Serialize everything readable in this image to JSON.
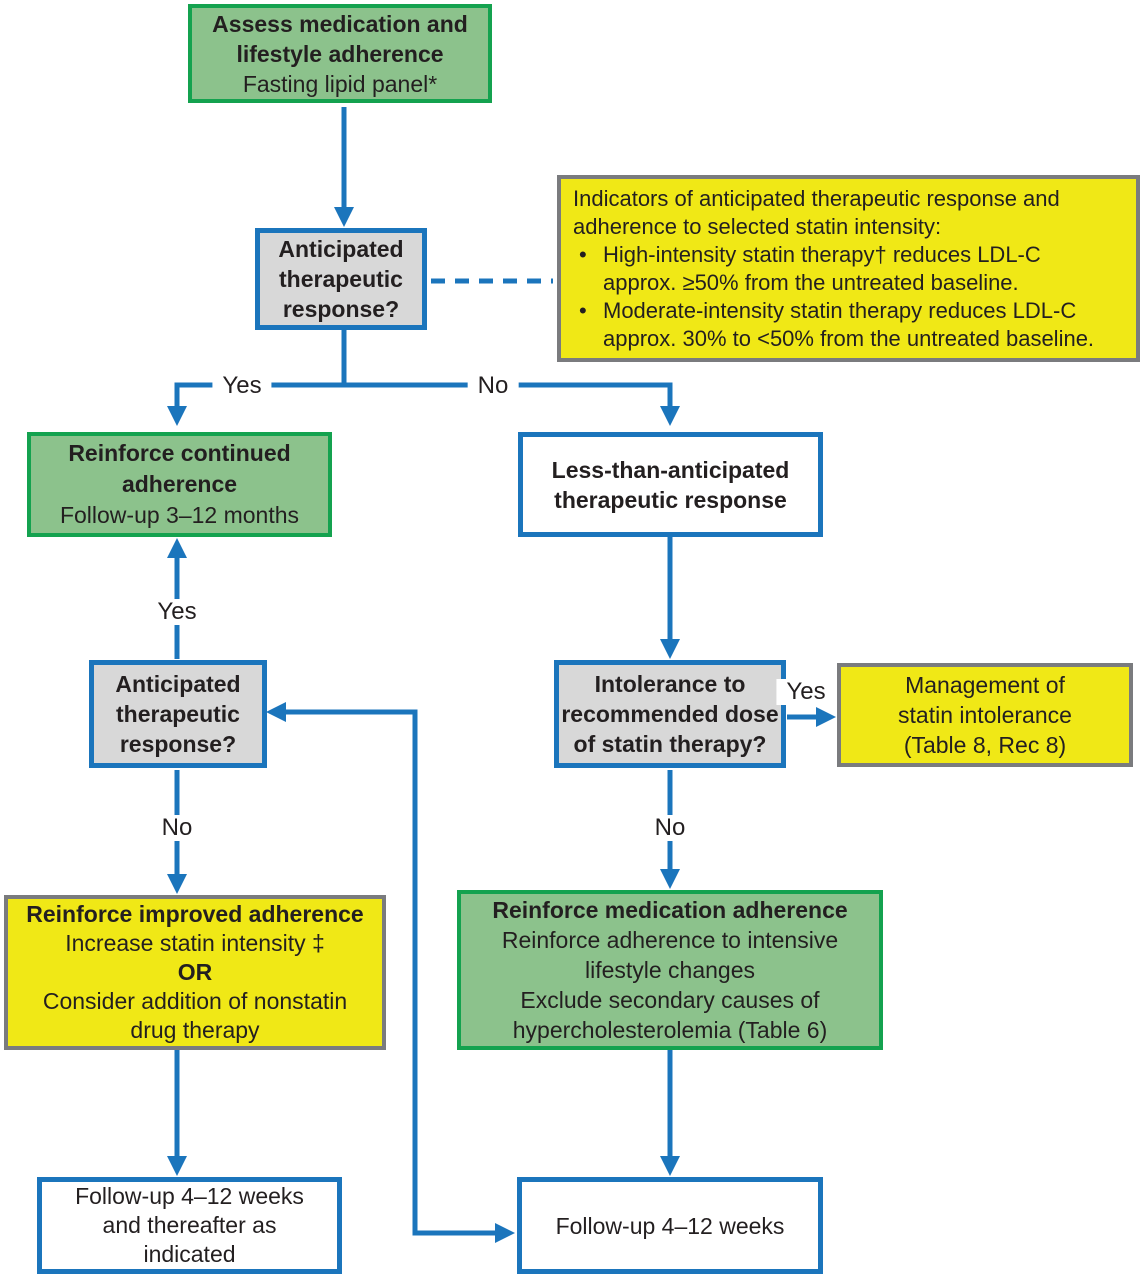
{
  "figure": {
    "type": "flowchart",
    "topic": "Assessment of medication and lifestyle adherence with statin therapy response"
  },
  "colors": {
    "arrow-blue": "#1B75BC",
    "green-fill": "#8CC28C",
    "green-border": "#14A24F",
    "yellow-fill": "#F0E816",
    "gray-border": "#7A7B7E",
    "gray-fill": "#D8D8D8",
    "text": "#231F20"
  },
  "boxes": {
    "assess": {
      "lines": [
        "Assess medication and",
        "lifestyle adherence",
        "Fasting lipid panel*"
      ]
    },
    "decision1": {
      "lines": [
        "Anticipated",
        "therapeutic",
        "response?"
      ]
    },
    "info": {
      "intro": [
        "Indicators of anticipated therapeutic response and",
        "adherence to selected statin intensity:"
      ],
      "bullet1": [
        "High-intensity statin therapy† reduces LDL-C",
        "approx. ≥50% from the untreated baseline."
      ],
      "bullet2": [
        "Moderate-intensity statin therapy reduces LDL-C",
        "approx. 30% to <50% from the untreated baseline."
      ]
    },
    "reinforce_continued": {
      "lines": [
        "Reinforce continued",
        "adherence",
        "Follow-up 3–12 months"
      ]
    },
    "less_than": {
      "lines": [
        "Less-than-anticipated",
        "therapeutic response"
      ]
    },
    "decision2": {
      "lines": [
        "Anticipated",
        "therapeutic",
        "response?"
      ]
    },
    "decision3": {
      "lines": [
        "Intolerance to",
        "recommended dose",
        "of statin therapy?"
      ]
    },
    "management": {
      "lines": [
        "Management of",
        "statin intolerance",
        "(Table 8, Rec 8)"
      ]
    },
    "reinforce_improved": {
      "lines": [
        "Reinforce improved adherence",
        "Increase statin intensity ‡",
        "OR",
        "Consider addition of nonstatin",
        "drug therapy"
      ]
    },
    "reinforce_medication": {
      "lines": [
        "Reinforce medication adherence",
        "Reinforce adherence to intensive",
        "lifestyle changes",
        "Exclude secondary causes of",
        "hypercholesterolemia (Table 6)"
      ]
    },
    "followup_left": {
      "lines": [
        "Follow-up 4–12 weeks",
        "and thereafter as",
        "indicated"
      ]
    },
    "followup_center": {
      "lines": [
        "Follow-up 4–12 weeks"
      ]
    }
  },
  "labels": {
    "yes_top": "Yes",
    "no_top": "No",
    "yes_left": "Yes",
    "no_left": "No",
    "yes_right": "Yes",
    "no_right": "No"
  }
}
